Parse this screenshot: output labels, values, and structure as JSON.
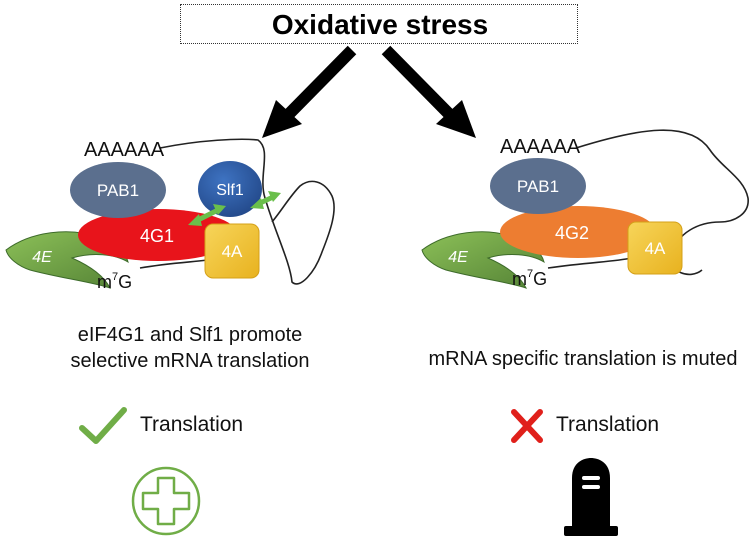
{
  "title": "Oxidative stress",
  "left_panel": {
    "polya": "AAAAAA",
    "pab": "PAB1",
    "eif4g": "4G1",
    "slf1": "Slf1",
    "eif4a": "4A",
    "eif4e": "4E",
    "cap_base": "m",
    "cap_sup": "7",
    "cap_end": "G",
    "caption_line1": "eIF4G1 and Slf1 promote",
    "caption_line2": "selective mRNA translation",
    "outcome_label": "Translation"
  },
  "right_panel": {
    "polya": "AAAAAA",
    "pab": "PAB1",
    "eif4g": "4G2",
    "eif4a": "4A",
    "eif4e": "4E",
    "cap_base": "m",
    "cap_sup": "7",
    "cap_end": "G",
    "caption": "mRNA specific translation is muted",
    "outcome_label": "Translation"
  },
  "colors": {
    "pab": "#5b6f8e",
    "eif4g1": "#e8141b",
    "eif4g2": "#ed7d31",
    "slf1": "#2f5fa8",
    "eif4a": "#f2c22c",
    "eif4e": "#70a441",
    "interaction_arrow": "#6abf4b",
    "check": "#70ad47",
    "cross": "#e0201b",
    "health_icon": "#70ad47",
    "tombstone": "#000000"
  },
  "icons": {
    "left_outcome": "check-icon",
    "right_outcome": "cross-icon",
    "left_symbol": "health-plus-icon",
    "right_symbol": "tombstone-icon"
  }
}
